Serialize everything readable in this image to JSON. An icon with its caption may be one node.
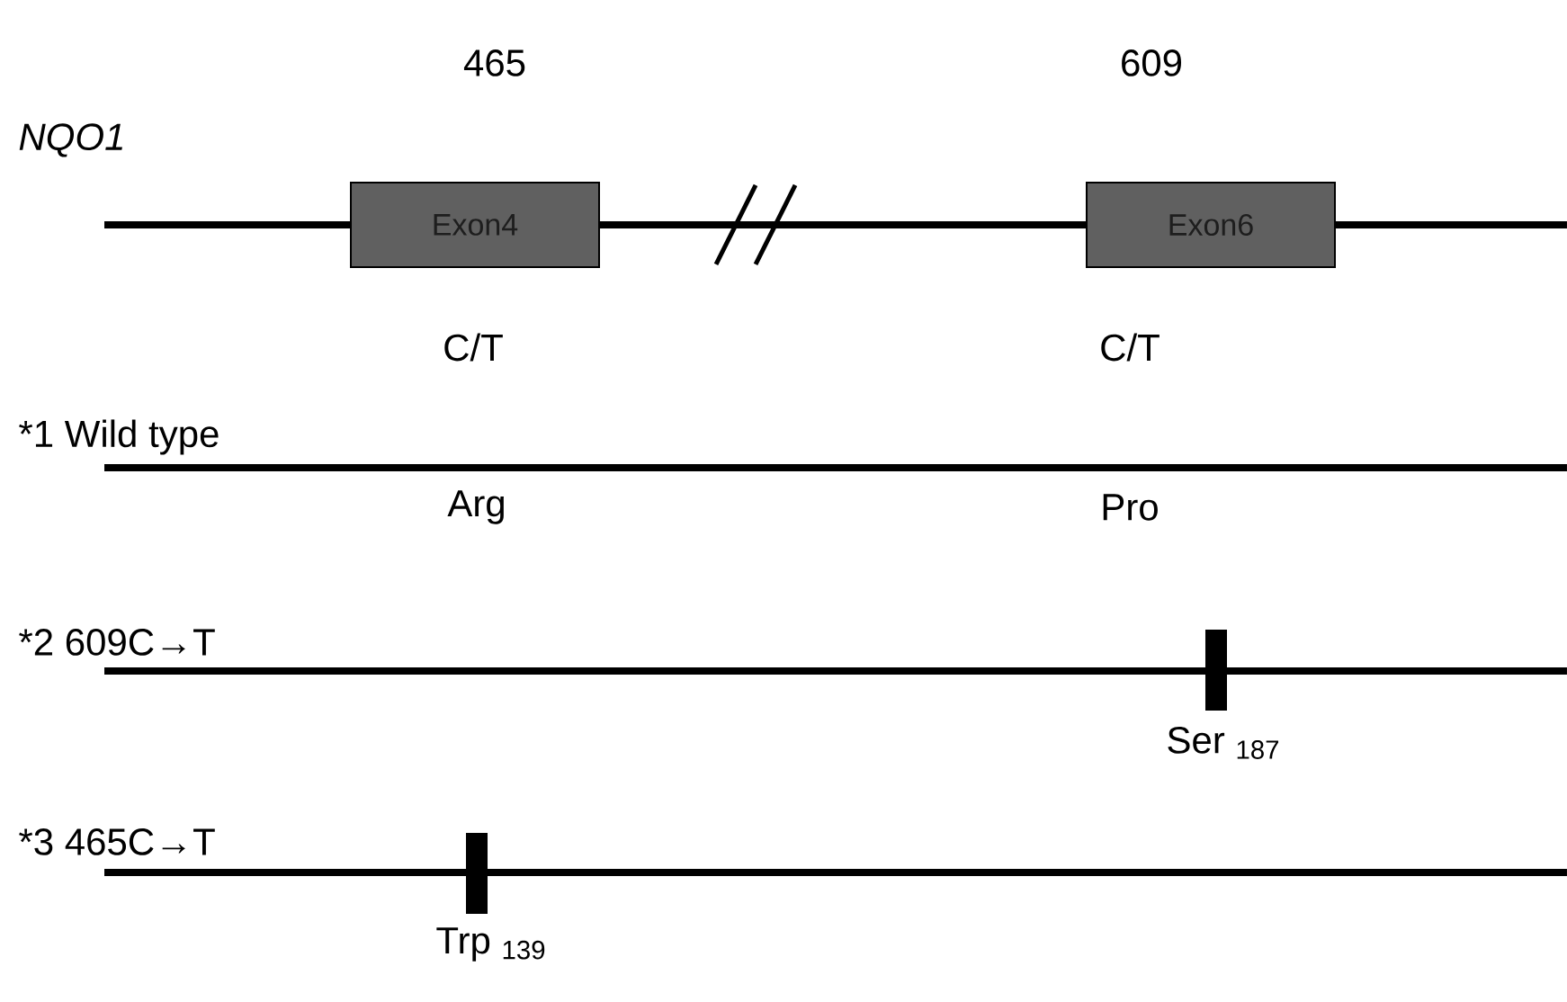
{
  "diagram": {
    "nodes": [
      {
        "text": [
          "Exon4"
        ]
      },
      {
        "text": [
          "Exon6"
        ]
      }
    ],
    "labels": [
      "465",
      "609",
      "NQO1",
      "C/T",
      "C/T",
      "*1 Wild type",
      "Arg",
      "Pro",
      "*2 609C→T",
      "Ser $_{187}$",
      "*3 465C→T",
      "Trp $_{139}$"
    ]
  }
}
